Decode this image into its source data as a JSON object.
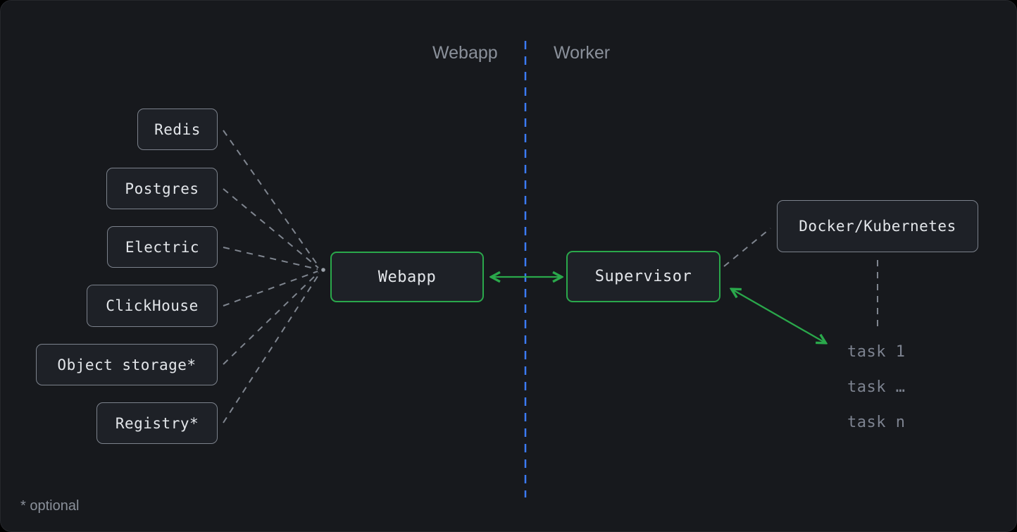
{
  "canvas": {
    "section_labels": {
      "left": "Webapp",
      "right": "Worker"
    },
    "services": [
      {
        "label": "Redis"
      },
      {
        "label": "Postgres"
      },
      {
        "label": "Electric"
      },
      {
        "label": "ClickHouse"
      },
      {
        "label": "Object storage*"
      },
      {
        "label": "Registry*"
      }
    ],
    "webapp_node": {
      "label": "Webapp"
    },
    "supervisor_node": {
      "label": "Supervisor"
    },
    "runtime_node": {
      "label": "Docker/Kubernetes"
    },
    "tasks": [
      {
        "label": "task 1"
      },
      {
        "label": "task …"
      },
      {
        "label": "task n"
      }
    ],
    "footnote": "* optional"
  },
  "colors": {
    "page_background": "#000000",
    "canvas_background": "#17191d",
    "node_fill": "#1e2127",
    "node_border": "#7c828c",
    "node_text": "#e3e6ea",
    "accent_green": "#2aa84b",
    "accent_blue": "#3b7bf7",
    "connector_gray": "#7f858f",
    "label_gray": "#8a909a",
    "task_gray": "#7d8390"
  }
}
